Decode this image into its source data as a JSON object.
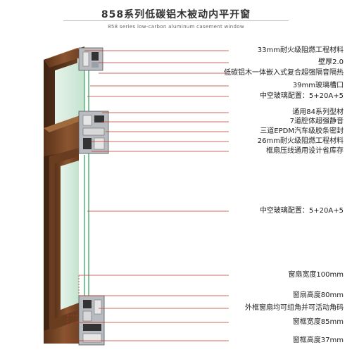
{
  "header": {
    "title": "858系列低碳铝木被动内平开窗",
    "subtitle": "858 series low-carbon aluminum casement window"
  },
  "callouts": [
    "33mm耐火级阻燃工程材料",
    "壁厚2.0",
    "低碳铝木一体嵌入式复合超强隔音隔热",
    "39mm玻璃槽口",
    "中空玻璃配置：5+20A+5",
    "通用84系列型材",
    "7道腔体超强静音",
    "三道EPDM汽车级胶条密封",
    "26mm耐火级阻燃工程材料",
    "框扇压线通用设计省库存",
    "中空玻璃配置：5+20A+5",
    "窗扇宽度100mm",
    "窗扇高度80mm",
    "外框窗扇均可组角并可活动角码",
    "窗框宽度85mm",
    "窗框高度37mm"
  ],
  "colors": {
    "wood": "#7a4a2a",
    "wood_dark": "#4e2d18",
    "wood_light": "#a8703f",
    "glass": "#cfe9d8",
    "glass_edge": "#7fc39b",
    "aluminum": "#b8bcc0",
    "leader": "#c0392b"
  }
}
